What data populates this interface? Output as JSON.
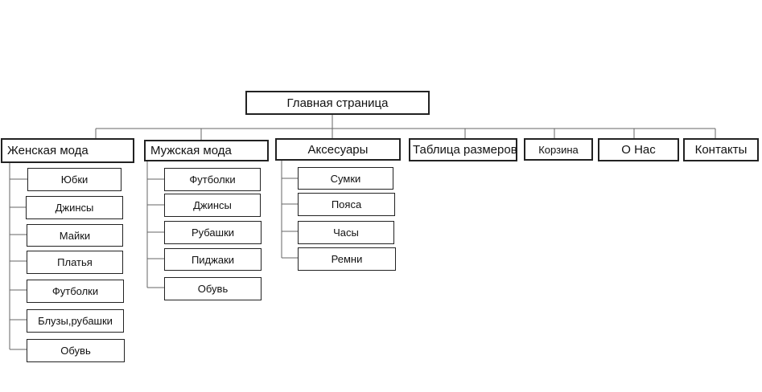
{
  "root": {
    "label": "Главная страница"
  },
  "sections": [
    {
      "label": "Женская мода",
      "children": [
        "Юбки",
        "Джинсы",
        "Майки",
        "Платья",
        "Футболки",
        "Блузы,рубашки",
        "Обувь"
      ]
    },
    {
      "label": "Мужская мода",
      "children": [
        "Футболки",
        "Джинсы",
        "Рубашки",
        "Пиджаки",
        "Обувь"
      ]
    },
    {
      "label": "Аксесуары",
      "children": [
        "Сумки",
        "Пояса",
        "Часы",
        "Ремни"
      ]
    },
    {
      "label": "Таблица размеров",
      "children": []
    },
    {
      "label": "Корзина",
      "children": []
    },
    {
      "label": "О Нас",
      "children": []
    },
    {
      "label": "Контакты",
      "children": []
    }
  ]
}
